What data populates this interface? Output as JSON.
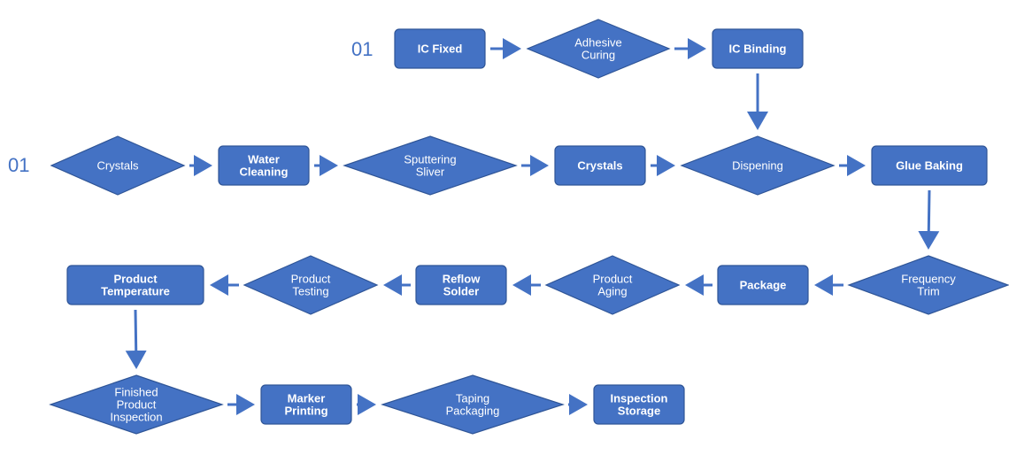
{
  "row_labels": {
    "top": "01",
    "second": "01"
  },
  "colors": {
    "shape_fill": "#4472c4",
    "shape_stroke": "#2f5597",
    "arrow": "#4472c4",
    "text": "#ffffff",
    "number": "#4472c4"
  },
  "nodes": {
    "ic_fixed": {
      "shape": "box",
      "lines": [
        "IC Fixed"
      ]
    },
    "adhesive_curing": {
      "shape": "diamond",
      "lines": [
        "Adhesive",
        "Curing"
      ]
    },
    "ic_binding": {
      "shape": "box",
      "lines": [
        "IC Binding"
      ]
    },
    "crystals_a": {
      "shape": "diamond",
      "lines": [
        "Crystals"
      ]
    },
    "water_cleaning": {
      "shape": "box",
      "lines": [
        "Water",
        "Cleaning"
      ]
    },
    "sputtering_sliver": {
      "shape": "diamond",
      "lines": [
        "Sputtering",
        "Sliver"
      ]
    },
    "crystals_b": {
      "shape": "box",
      "lines": [
        "Crystals"
      ]
    },
    "dispening": {
      "shape": "diamond",
      "lines": [
        "Dispening"
      ]
    },
    "glue_baking": {
      "shape": "box",
      "lines": [
        "Glue Baking"
      ]
    },
    "frequency_trim": {
      "shape": "diamond",
      "lines": [
        "Frequency",
        "Trim"
      ]
    },
    "package": {
      "shape": "box",
      "lines": [
        "Package"
      ]
    },
    "product_aging": {
      "shape": "diamond",
      "lines": [
        "Product",
        "Aging"
      ]
    },
    "reflow_solder": {
      "shape": "box",
      "lines": [
        "Reflow",
        "Solder"
      ]
    },
    "product_testing": {
      "shape": "diamond",
      "lines": [
        "Product",
        "Testing"
      ]
    },
    "product_temperature": {
      "shape": "box",
      "lines": [
        "Product",
        "Temperature"
      ]
    },
    "finished_inspection": {
      "shape": "diamond",
      "lines": [
        "Finished",
        "Product",
        "Inspection"
      ]
    },
    "marker_printing": {
      "shape": "box",
      "lines": [
        "Marker",
        "Printing"
      ]
    },
    "taping_packaging": {
      "shape": "diamond",
      "lines": [
        "Taping",
        "Packaging"
      ]
    },
    "inspection_storage": {
      "shape": "box",
      "lines": [
        "Inspection",
        "Storage"
      ]
    }
  },
  "edges": [
    [
      "ic_fixed",
      "adhesive_curing"
    ],
    [
      "adhesive_curing",
      "ic_binding"
    ],
    [
      "ic_binding",
      "dispening"
    ],
    [
      "crystals_a",
      "water_cleaning"
    ],
    [
      "water_cleaning",
      "sputtering_sliver"
    ],
    [
      "sputtering_sliver",
      "crystals_b"
    ],
    [
      "crystals_b",
      "dispening"
    ],
    [
      "dispening",
      "glue_baking"
    ],
    [
      "glue_baking",
      "frequency_trim"
    ],
    [
      "frequency_trim",
      "package"
    ],
    [
      "package",
      "product_aging"
    ],
    [
      "product_aging",
      "reflow_solder"
    ],
    [
      "reflow_solder",
      "product_testing"
    ],
    [
      "product_testing",
      "product_temperature"
    ],
    [
      "product_temperature",
      "finished_inspection"
    ],
    [
      "finished_inspection",
      "marker_printing"
    ],
    [
      "marker_printing",
      "taping_packaging"
    ],
    [
      "taping_packaging",
      "inspection_storage"
    ]
  ]
}
